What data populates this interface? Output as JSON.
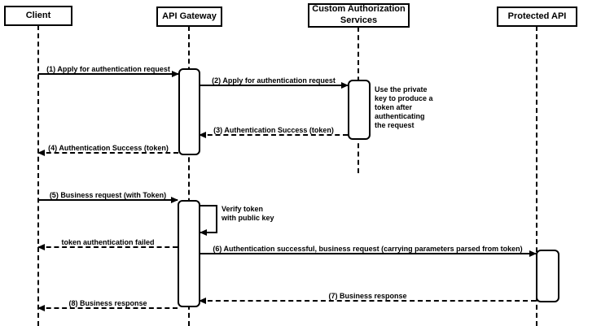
{
  "actors": [
    {
      "id": "client",
      "label": "Client"
    },
    {
      "id": "api-gateway",
      "label": "API Gateway"
    },
    {
      "id": "custom-auth",
      "label": "Custom Authorization Services"
    },
    {
      "id": "protected-api",
      "label": "Protected API"
    }
  ],
  "messages": [
    {
      "label": "(1) Apply for authentication request",
      "from": "client",
      "to": "api-gateway",
      "style": "solid"
    },
    {
      "label": "(2) Apply for authentication request",
      "from": "api-gateway",
      "to": "custom-auth",
      "style": "solid"
    },
    {
      "label": "(3) Authentication Success (token)",
      "from": "custom-auth",
      "to": "api-gateway",
      "style": "dashed"
    },
    {
      "label": "(4) Authentication Success (token)",
      "from": "api-gateway",
      "to": "client",
      "style": "dashed"
    },
    {
      "label": "(5) Business request (with Token)",
      "from": "client",
      "to": "api-gateway",
      "style": "solid"
    },
    {
      "label": "token authentication failed",
      "from": "api-gateway",
      "to": "client",
      "style": "dashed"
    },
    {
      "label": "(6) Authentication successful, business request (carrying parameters parsed from token)",
      "from": "api-gateway",
      "to": "protected-api",
      "style": "solid"
    },
    {
      "label": "(7) Business response",
      "from": "protected-api",
      "to": "api-gateway",
      "style": "dashed"
    },
    {
      "label": "(8) Business response",
      "from": "api-gateway",
      "to": "client",
      "style": "dashed"
    }
  ],
  "self_message": {
    "label": "Verify token\nwith public key",
    "on": "api-gateway"
  },
  "note": {
    "text": "Use the private key to produce a token after authenticating the request",
    "near": "custom-auth"
  },
  "colors": {
    "stroke": "#000000",
    "fill": "#ffffff",
    "background": "#ffffff"
  }
}
